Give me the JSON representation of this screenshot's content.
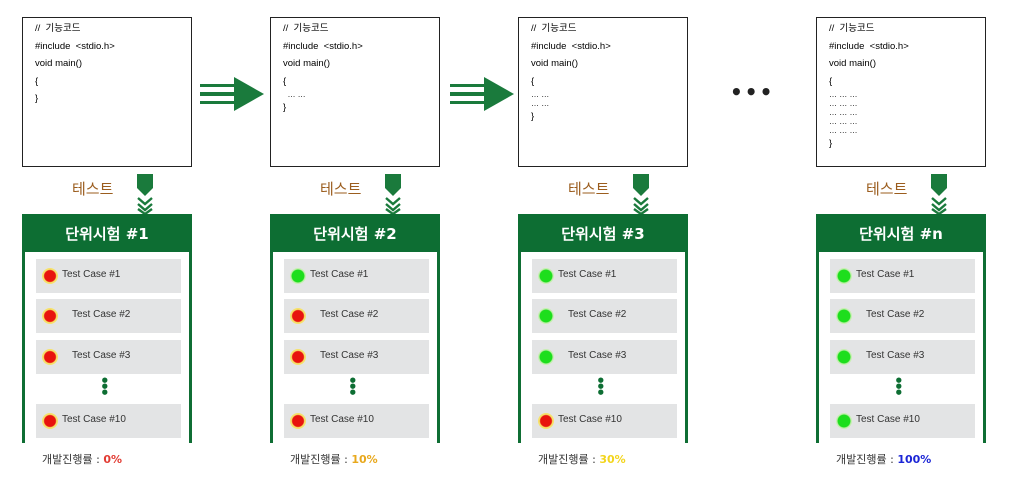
{
  "columns": [
    {
      "code": [
        "//  기능코드",
        "#include  <stdio.h>",
        "void main()",
        "{",
        "}"
      ],
      "test_label": "테스트",
      "unit_title": "단위시험 #1",
      "cases": [
        {
          "label": "Test Case #1",
          "status": "red"
        },
        {
          "label": "Test Case #2",
          "status": "red"
        },
        {
          "label": "Test Case #3",
          "status": "red"
        },
        {
          "label": "Test Case #10",
          "status": "red"
        }
      ],
      "progress_label": "개발진행률 : ",
      "progress_value": "0%",
      "progress_color": "#e23b33"
    },
    {
      "code": [
        "//  기능코드",
        "#include  <stdio.h>",
        "void main()",
        "{",
        "  … …",
        "}"
      ],
      "test_label": "테스트",
      "unit_title": "단위시험 #2",
      "cases": [
        {
          "label": "Test Case #1",
          "status": "green"
        },
        {
          "label": "Test Case #2",
          "status": "red"
        },
        {
          "label": "Test Case #3",
          "status": "red"
        },
        {
          "label": "Test Case #10",
          "status": "red"
        }
      ],
      "progress_label": "개발진행률 : ",
      "progress_value": "10%",
      "progress_color": "#e8a81c"
    },
    {
      "code": [
        "//  기능코드",
        "#include  <stdio.h>",
        "void main()",
        "{",
        "… …",
        "… …",
        "}"
      ],
      "test_label": "테스트",
      "unit_title": "단위시험 #3",
      "cases": [
        {
          "label": "Test Case #1",
          "status": "green"
        },
        {
          "label": "Test Case #2",
          "status": "green"
        },
        {
          "label": "Test Case #3",
          "status": "green"
        },
        {
          "label": "Test Case #10",
          "status": "red"
        }
      ],
      "progress_label": "개발진행률 : ",
      "progress_value": "30%",
      "progress_color": "#f3d51c"
    },
    {
      "code": [
        "//  기능코드",
        "#include  <stdio.h>",
        "void main()",
        "{",
        "… … …",
        "… … …",
        "… … …",
        "… … …",
        "… … …",
        "}"
      ],
      "test_label": "테스트",
      "unit_title": "단위시험 #n",
      "cases": [
        {
          "label": "Test Case #1",
          "status": "green"
        },
        {
          "label": "Test Case #2",
          "status": "green"
        },
        {
          "label": "Test Case #3",
          "status": "green"
        },
        {
          "label": "Test Case #10",
          "status": "green"
        }
      ],
      "progress_label": "개발진행률 : ",
      "progress_value": "100%",
      "progress_color": "#1b25d6"
    }
  ],
  "ellipsis": "•••",
  "colors": {
    "green_header": "#0d6e33",
    "arrow_green": "#1a7a3c",
    "test_label": "#9b5d1e",
    "case_bg": "#e3e4e5"
  }
}
